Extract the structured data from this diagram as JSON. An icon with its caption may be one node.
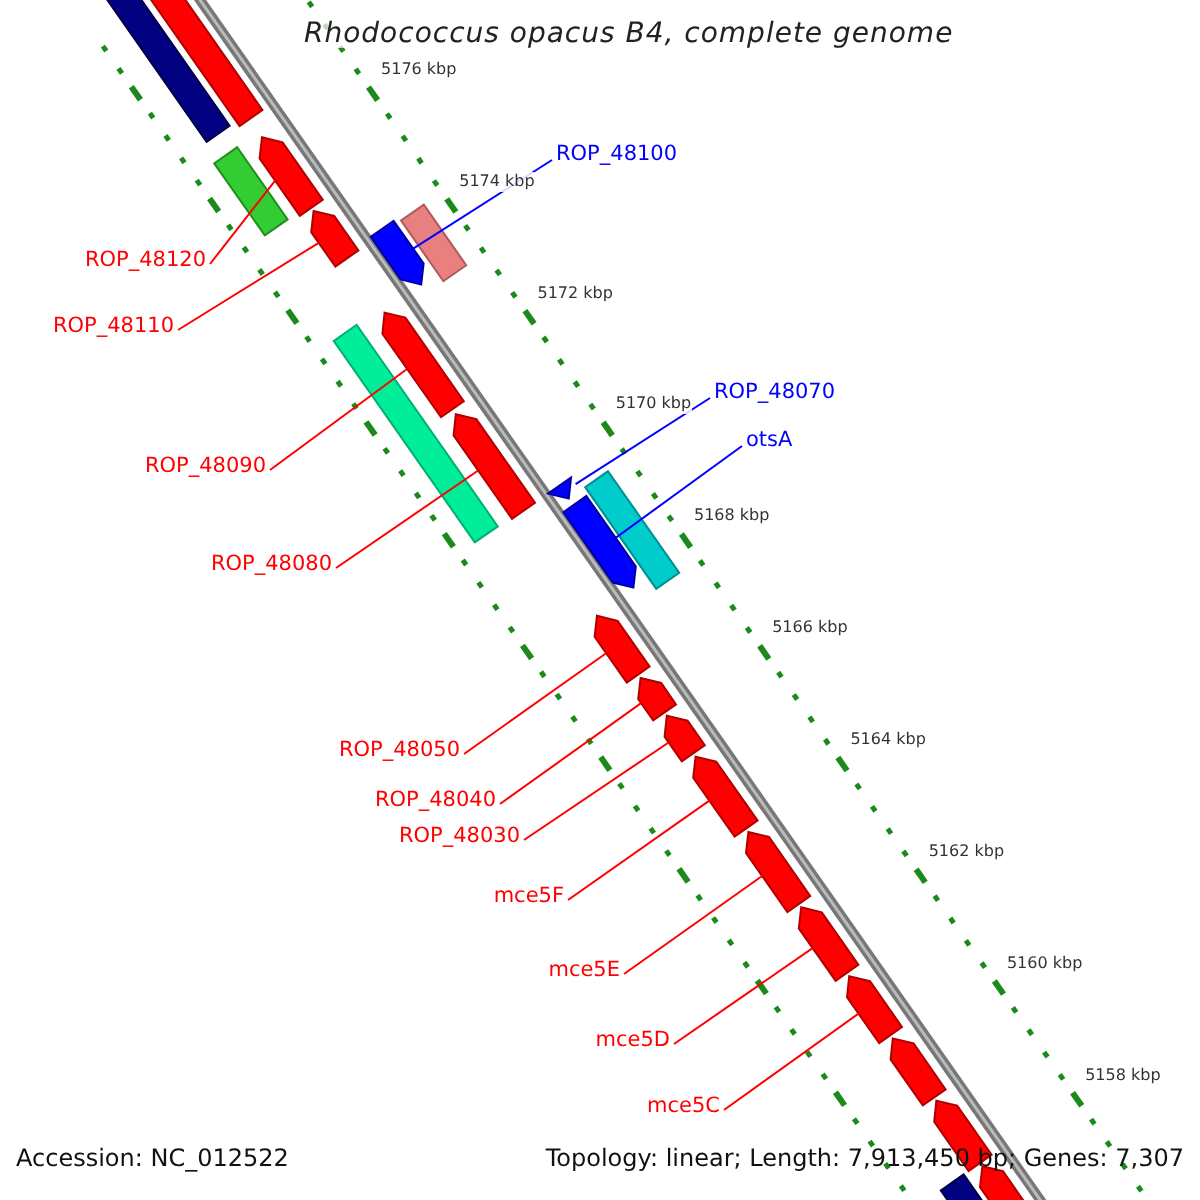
{
  "diagram": {
    "title": "Rhodococcus opacus B4, complete genome",
    "nodes": [
      {
        "text": [],
        "shape": "bar"
      },
      {
        "text": [],
        "shape": "arrow"
      },
      {
        "text": [],
        "shape": "arrow"
      },
      {
        "text": [],
        "shape": "bar"
      },
      {
        "text": [
          "ROP_48100"
        ]
      },
      {
        "text": [],
        "shape": "arrow"
      },
      {
        "text": [],
        "shape": "bar"
      },
      {
        "text": [
          "ROP_48120"
        ]
      },
      {
        "text": [],
        "shape": "arrow"
      },
      {
        "text": [
          "ROP_48110"
        ]
      },
      {
        "text": [],
        "shape": "bar"
      },
      {
        "text": [],
        "shape": "arrow"
      },
      {
        "text": [
          "ROP_48070"
        ]
      },
      {
        "text": [
          "otsA"
        ]
      },
      {
        "text": [
          "ROP_48090"
        ]
      },
      {
        "text": [],
        "shape": "arrow"
      },
      {
        "text": [],
        "shape": "arrow"
      },
      {
        "text": [],
        "shape": "bar"
      },
      {
        "text": [],
        "shape": "arrow"
      },
      {
        "text": [
          "ROP_48080"
        ]
      },
      {
        "text": [],
        "shape": "arrow"
      },
      {
        "text": [
          "ROP_48050"
        ]
      },
      {
        "text": [],
        "shape": "arrow"
      },
      {
        "text": [
          "ROP_48040"
        ]
      },
      {
        "text": [],
        "shape": "arrow"
      },
      {
        "text": [
          "ROP_48030"
        ]
      },
      {
        "text": [],
        "shape": "arrow"
      },
      {
        "text": [
          "mce5F"
        ]
      },
      {
        "text": [],
        "shape": "arrow"
      },
      {
        "text": [
          "mce5E"
        ]
      },
      {
        "text": [],
        "shape": "arrow"
      },
      {
        "text": [
          "mce5D"
        ]
      },
      {
        "text": [],
        "shape": "arrow"
      },
      {
        "text": [
          "mce5C"
        ]
      },
      {
        "text": [],
        "shape": "arrow"
      },
      {
        "text": [],
        "shape": "arrow"
      },
      {
        "text": [],
        "shape": "arrow"
      },
      {
        "text": [],
        "shape": "bar"
      }
    ],
    "edges": [
      {
        "from": 4,
        "to": 5,
        "arrow": "none",
        "color": "#0000ff"
      },
      {
        "from": 7,
        "to": 2,
        "arrow": "none"
      },
      {
        "from": 9,
        "to": 8,
        "arrow": "none"
      },
      {
        "from": 12,
        "to": 16,
        "arrow": "none",
        "color": "#0000ff"
      },
      {
        "from": 13,
        "to": 18,
        "arrow": "none",
        "color": "#0000ff"
      },
      {
        "from": 14,
        "to": 11,
        "arrow": "none"
      },
      {
        "from": 19,
        "to": 15,
        "arrow": "none"
      },
      {
        "from": 21,
        "to": 20,
        "arrow": "none"
      },
      {
        "from": 23,
        "to": 22,
        "arrow": "none"
      },
      {
        "from": 25,
        "to": 24,
        "arrow": "none"
      },
      {
        "from": 27,
        "to": 26,
        "arrow": "none"
      },
      {
        "from": 29,
        "to": 28,
        "arrow": "none"
      },
      {
        "from": 31,
        "to": 30,
        "arrow": "none"
      },
      {
        "from": 33,
        "to": 32,
        "arrow": "none"
      }
    ],
    "labels": [
      "5176 kbp",
      "5174 kbp",
      "5172 kbp",
      "5170 kbp",
      "5168 kbp",
      "5166 kbp",
      "5164 kbp",
      "5162 kbp",
      "5160 kbp",
      "5158 kbp",
      "Accession: NC_012522",
      "Topology: linear; Length: 7,913,450 bp; Genes: 7,307"
    ]
  }
}
